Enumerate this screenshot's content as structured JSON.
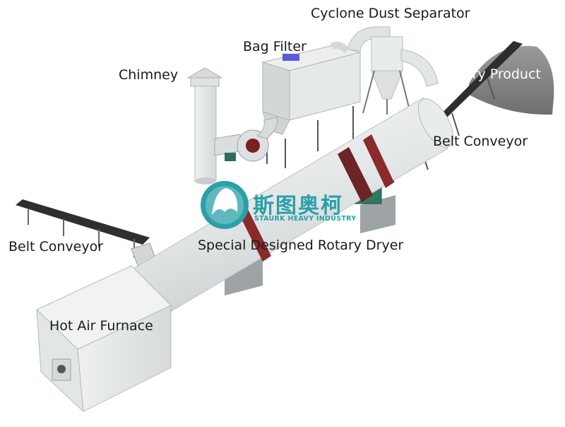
{
  "labels": {
    "cyclone": "Cyclone Dust Separator",
    "bag_filter": "Bag Filter",
    "chimney": "Chimney",
    "dry_product": "Dry Product",
    "belt_conveyor_right": "Belt Conveyor",
    "belt_conveyor_left": "Belt Conveyor",
    "rotary_dryer": "Special Designed Rotary Dryer",
    "hot_air_furnace": "Hot Air Furnace"
  },
  "logo": {
    "chinese_name": "斯图奥柯",
    "english_name": "STAURK HEAVY INDUSTRY"
  },
  "colors": {
    "steel": "#e6e9ea",
    "logo_teal": "#2aa0a8",
    "ring_red": "#8b2a2a",
    "pile_gray": "#8e8e8e"
  }
}
